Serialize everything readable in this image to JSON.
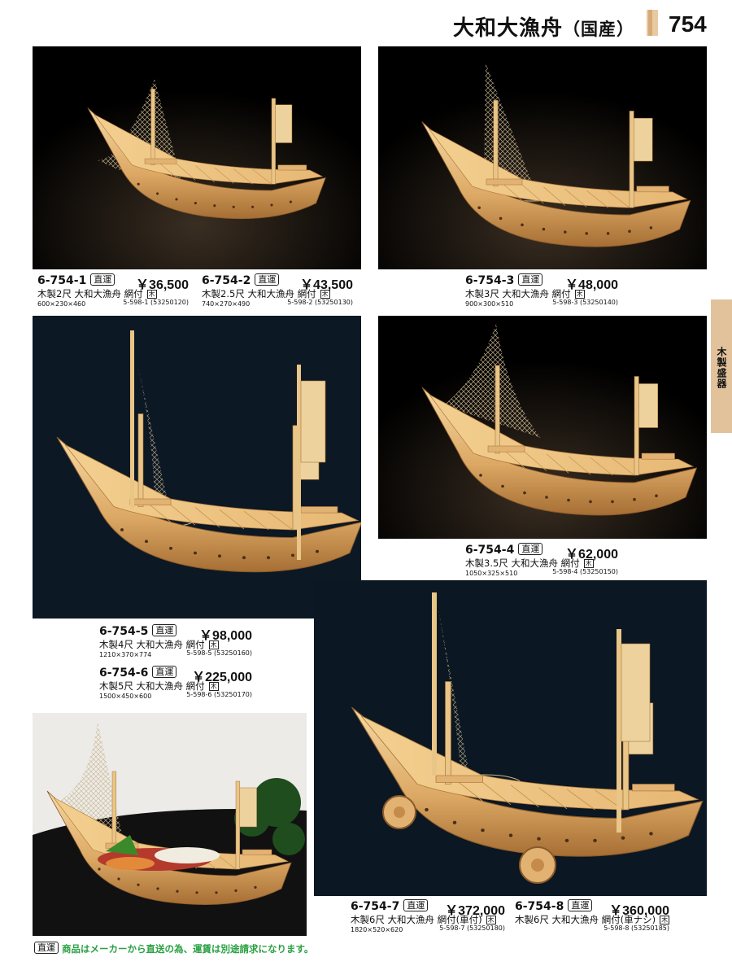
{
  "header": {
    "title": "大和大漁舟",
    "subtitle": "（国産）",
    "page_number": "754"
  },
  "side_tab": {
    "label": "木製盛器"
  },
  "badge_label": "直運",
  "material_label": "木",
  "items": [
    {
      "code": "6-754-1",
      "price": "￥36,500",
      "name": "木製2尺 大和大漁舟 網付",
      "dims": "600×230×460",
      "ref": "5-598-1 (53250120)"
    },
    {
      "code": "6-754-2",
      "price": "￥43,500",
      "name": "木製2.5尺 大和大漁舟 網付",
      "dims": "740×270×490",
      "ref": "5-598-2 (53250130)"
    },
    {
      "code": "6-754-3",
      "price": "￥48,000",
      "name": "木製3尺 大和大漁舟 網付",
      "dims": "900×300×510",
      "ref": "5-598-3 (53250140)"
    },
    {
      "code": "6-754-4",
      "price": "￥62,000",
      "name": "木製3.5尺 大和大漁舟 網付",
      "dims": "1050×325×510",
      "ref": "5-598-4 (53250150)"
    },
    {
      "code": "6-754-5",
      "price": "￥98,000",
      "name": "木製4尺 大和大漁舟 網付",
      "dims": "1210×370×774",
      "ref": "5-598-5 (53250160)"
    },
    {
      "code": "6-754-6",
      "price": "￥225,000",
      "name": "木製5尺 大和大漁舟 網付",
      "dims": "1500×450×600",
      "ref": "5-598-6 (53250170)"
    },
    {
      "code": "6-754-7",
      "price": "￥372,000",
      "name": "木製6尺 大和大漁舟 網付(車付)",
      "dims": "1820×520×620",
      "ref": "5-598-7 (53250180)"
    },
    {
      "code": "6-754-8",
      "price": "￥360,000",
      "name": "木製6尺 大和大漁舟 網付(車ナシ)",
      "dims": "",
      "ref": "5-598-8 (53250185)"
    }
  ],
  "footer": {
    "note": "商品はメーカーから直送の為、運賃は別途請求になります。"
  }
}
